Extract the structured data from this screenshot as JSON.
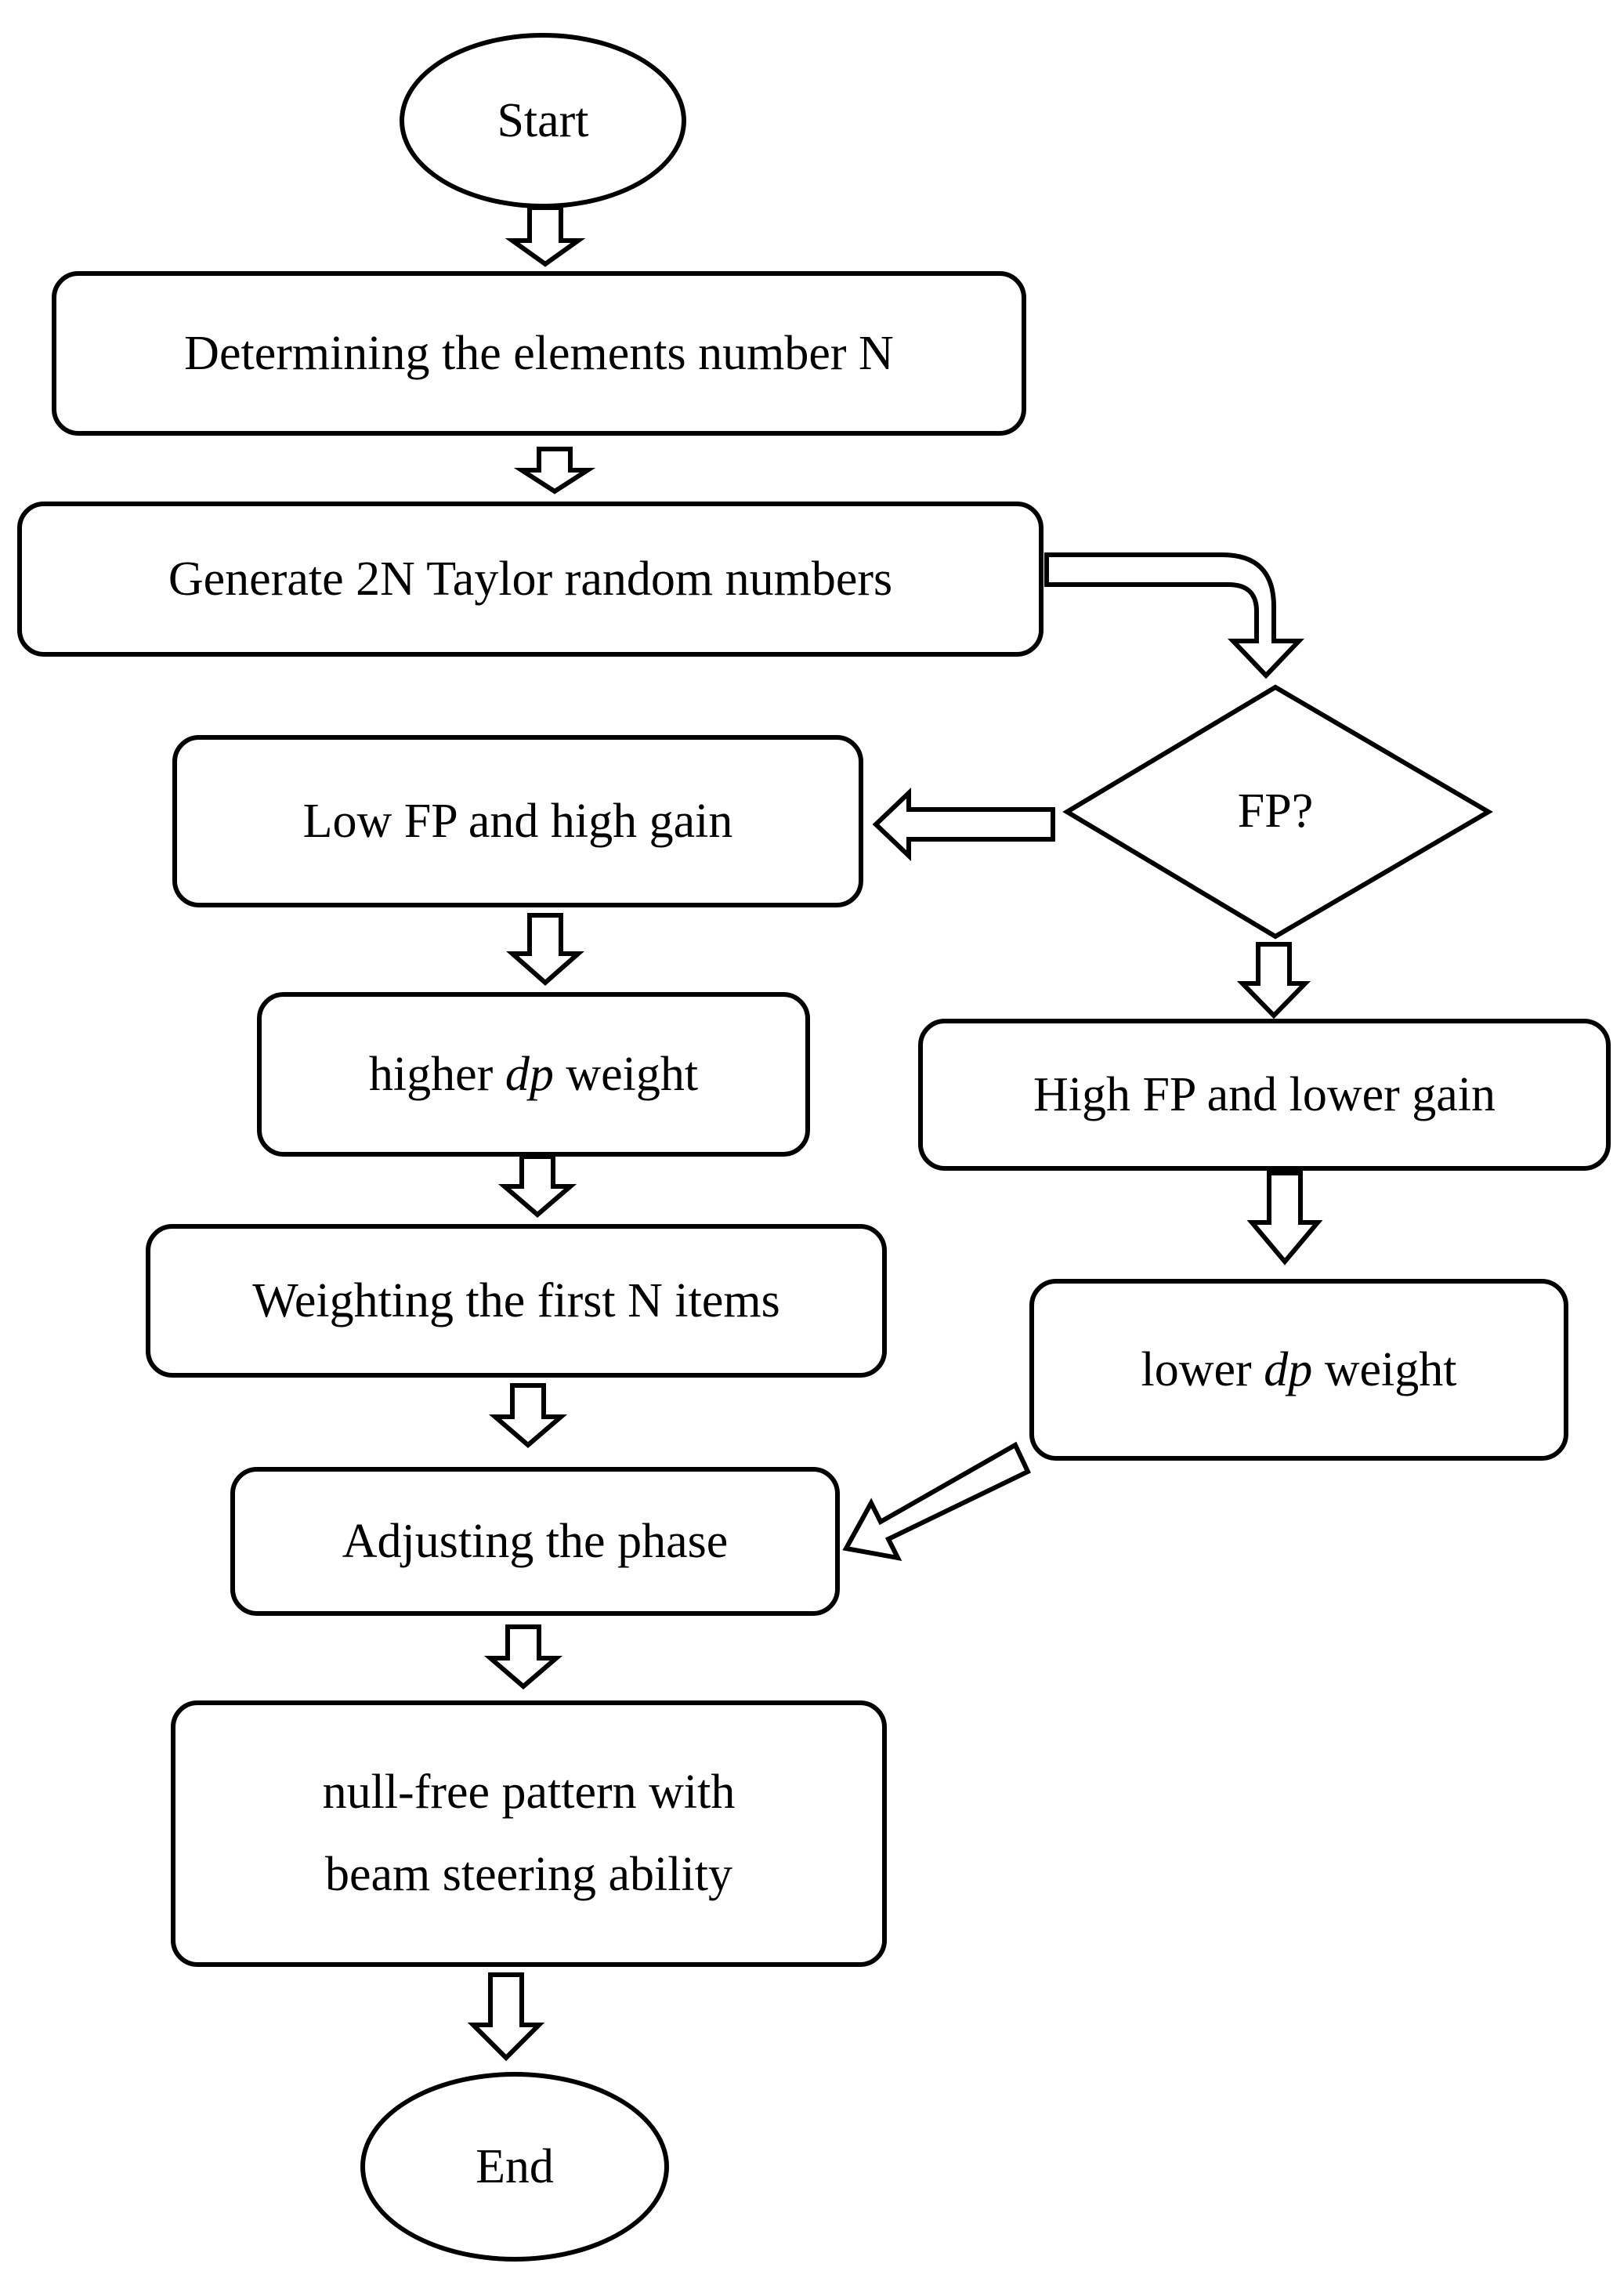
{
  "diagram": {
    "start": "Start",
    "determine": "Determining the elements number N",
    "generate": "Generate 2N Taylor random numbers",
    "decision": "FP?",
    "low_fp": "Low FP and high gain",
    "higher_dp": {
      "before": "higher ",
      "italic": "dp",
      "after": " weight"
    },
    "weighting": "Weighting the first N items",
    "adjusting": "Adjusting the phase",
    "result_line1": "null-free pattern with",
    "result_line2": "beam steering ability",
    "high_fp": "High FP and lower gain",
    "lower_dp": {
      "before": "lower ",
      "italic": "dp",
      "after": " weight"
    },
    "end": "End"
  },
  "colors": {
    "stroke": "#000000",
    "fill": "#ffffff"
  }
}
